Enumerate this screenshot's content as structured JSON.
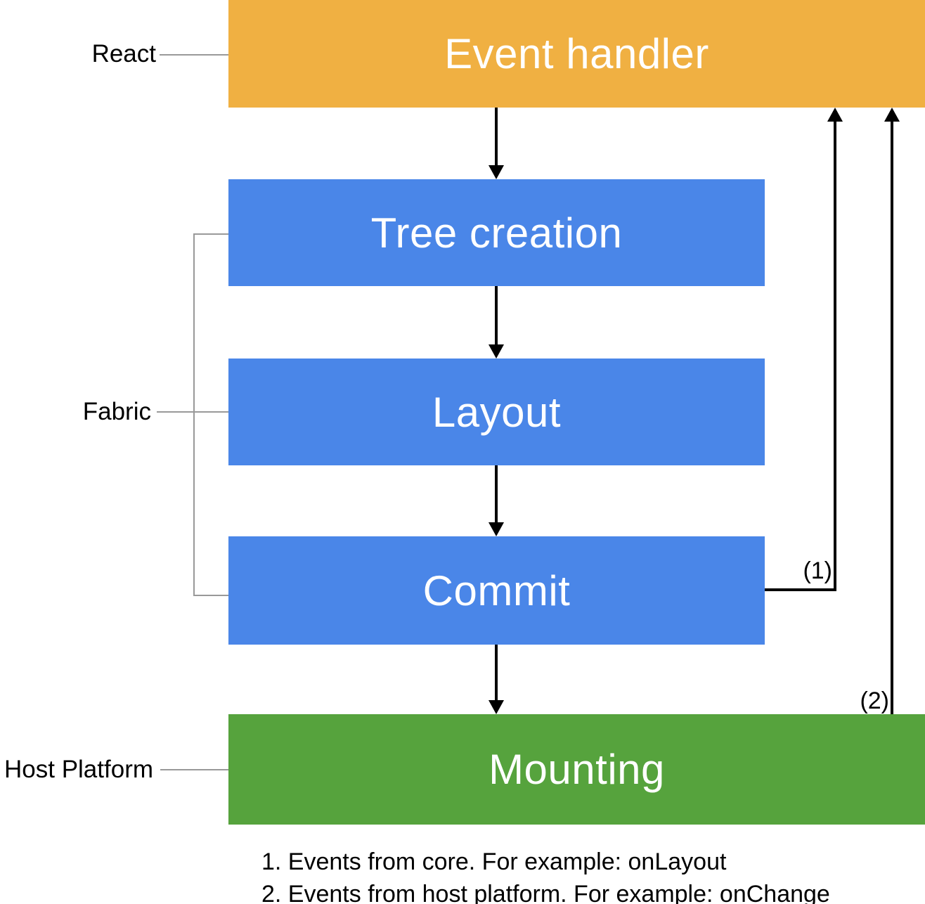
{
  "boxes": {
    "event_handler": {
      "label": "Event handler",
      "bg": "#F0B042"
    },
    "tree_creation": {
      "label": "Tree creation",
      "bg": "#4A86E8"
    },
    "layout": {
      "label": "Layout",
      "bg": "#4A86E8"
    },
    "commit": {
      "label": "Commit",
      "bg": "#4A86E8"
    },
    "mounting": {
      "label": "Mounting",
      "bg": "#56A33D"
    }
  },
  "side_labels": {
    "react": "React",
    "fabric": "Fabric",
    "host_platform": "Host Platform"
  },
  "arrow_labels": {
    "one": "(1)",
    "two": "(2)"
  },
  "footnotes": [
    "1. Events from core. For example: onLayout",
    "2. Events from host platform. For example: onChange"
  ],
  "colors": {
    "arrow": "#000000",
    "connector_line": "#999999",
    "box_text": "#FFFFFF",
    "background": "#FFFFFF"
  }
}
